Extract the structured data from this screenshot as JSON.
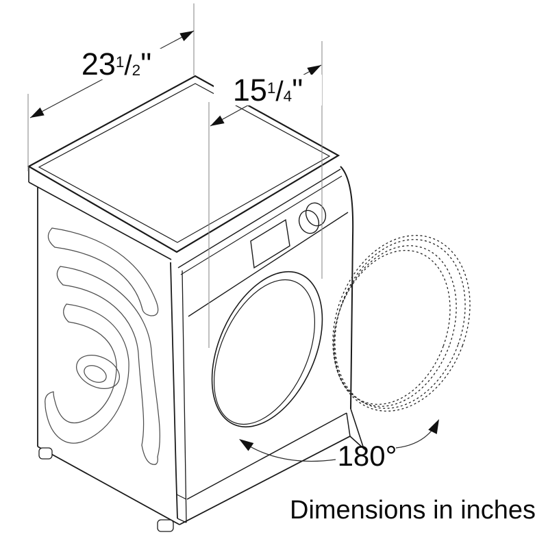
{
  "diagram": {
    "caption": "Dimensions in inches",
    "labels": {
      "width": {
        "whole": "23",
        "numerator": "1",
        "denominator": "2",
        "unit": "\""
      },
      "depth": {
        "whole": "15",
        "numerator": "1",
        "denominator": "4",
        "unit": "\""
      },
      "door_swing": "180°"
    },
    "colors": {
      "line": "#1a1a1a",
      "pattern_line": "#4d4d4d",
      "extension_line": "#8c8c8c",
      "background": "#ffffff"
    }
  }
}
